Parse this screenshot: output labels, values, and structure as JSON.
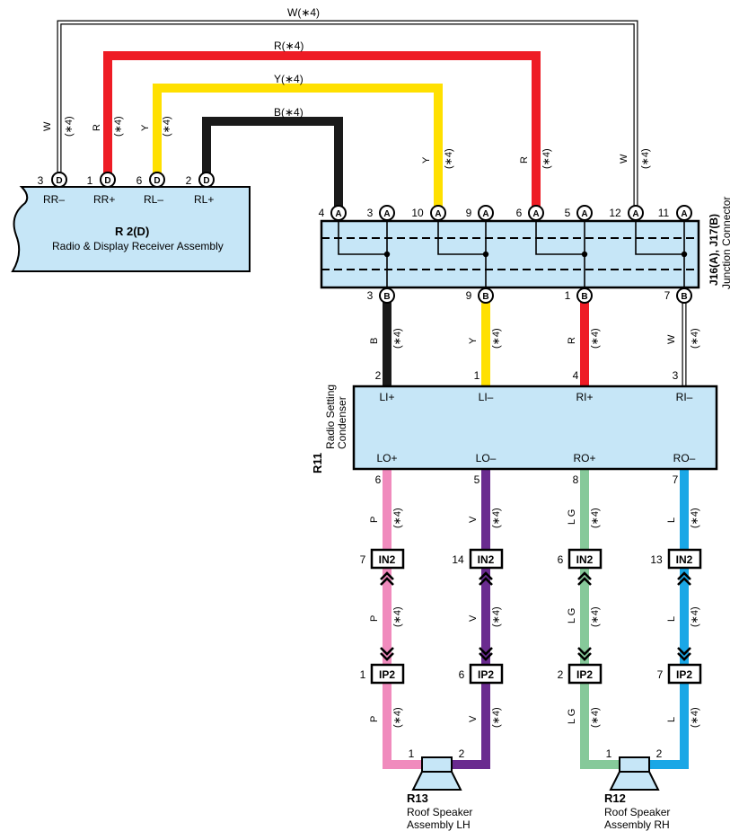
{
  "colors": {
    "W": "#ffffff",
    "R": "#ee1c25",
    "Y": "#ffe000",
    "B": "#1a1a1a",
    "P": "#f08bbd",
    "V": "#6a2b8f",
    "LG": "#86c99a",
    "L": "#1aa7e6",
    "box_fill": "#c6e6f7"
  },
  "top_wires": {
    "W": "W(∗4)",
    "R": "R(∗4)",
    "Y": "Y(∗4)",
    "B": "B(∗4)"
  },
  "wire_letter": {
    "W": "W",
    "R": "R",
    "Y": "Y",
    "B": "B",
    "P": "P",
    "V": "V",
    "LG": "L G",
    "L": "L"
  },
  "note": "(∗4)",
  "r2": {
    "id": "R 2(D)",
    "name": "Radio & Display Receiver Assembly",
    "conn_letter": "D",
    "pins": [
      {
        "num": "3",
        "label": "RR–"
      },
      {
        "num": "1",
        "label": "RR+"
      },
      {
        "num": "6",
        "label": "RL–"
      },
      {
        "num": "2",
        "label": "RL+"
      }
    ]
  },
  "junction": {
    "id": "J16(A), J17(B)",
    "name": "Junction Connector",
    "a_letter": "A",
    "b_letter": "B",
    "a_pins": [
      "4",
      "3",
      "10",
      "9",
      "6",
      "5",
      "12",
      "11"
    ],
    "b_pins": [
      "3",
      "9",
      "1",
      "7"
    ]
  },
  "r11": {
    "id": "R11",
    "name_line1": "Radio Setting",
    "name_line2": "Condenser",
    "in_pins": [
      {
        "num": "2",
        "label": "LI+"
      },
      {
        "num": "1",
        "label": "LI–"
      },
      {
        "num": "4",
        "label": "RI+"
      },
      {
        "num": "3",
        "label": "RI–"
      }
    ],
    "out_pins": [
      {
        "num": "6",
        "label": "LO+"
      },
      {
        "num": "5",
        "label": "LO–"
      },
      {
        "num": "8",
        "label": "RO+"
      },
      {
        "num": "7",
        "label": "RO–"
      }
    ]
  },
  "in2": {
    "label": "IN2",
    "pins": [
      "7",
      "14",
      "6",
      "13"
    ]
  },
  "ip2": {
    "label": "IP2",
    "pins": [
      "1",
      "6",
      "2",
      "7"
    ]
  },
  "r13": {
    "id": "R13",
    "name_line1": "Roof Speaker",
    "name_line2": "Assembly LH",
    "pin1": "1",
    "pin2": "2"
  },
  "r12": {
    "id": "R12",
    "name_line1": "Roof Speaker",
    "name_line2": "Assembly RH",
    "pin1": "1",
    "pin2": "2"
  }
}
